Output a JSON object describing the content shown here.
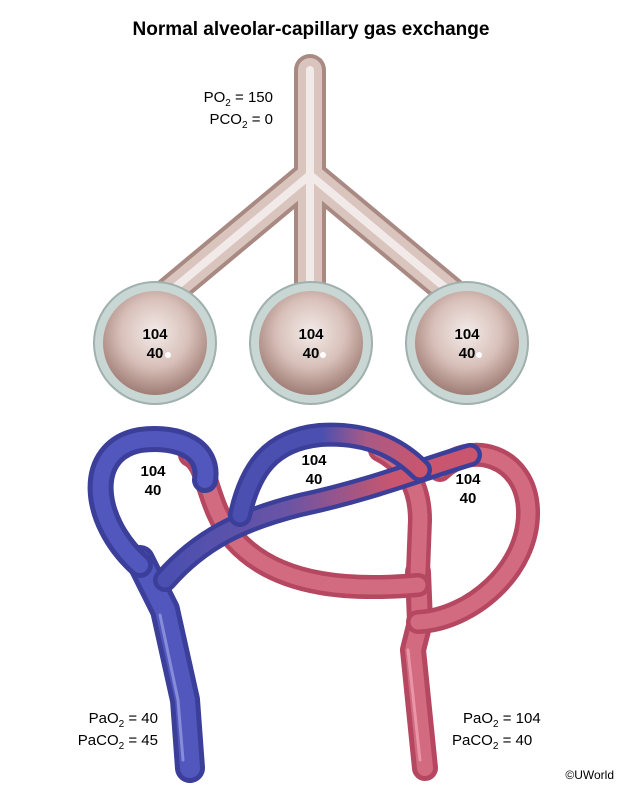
{
  "title": "Normal alveolar-capillary gas exchange",
  "airway": {
    "po2_label": "PO",
    "po2_sub": "2",
    "po2_value": "= 150",
    "pco2_label": "PCO",
    "pco2_sub": "2",
    "pco2_value": "= 0"
  },
  "alveoli": [
    {
      "po2": "104",
      "pco2": "40"
    },
    {
      "po2": "104",
      "pco2": "40"
    },
    {
      "po2": "104",
      "pco2": "40"
    }
  ],
  "capillaries": [
    {
      "po2": "104",
      "pco2": "40"
    },
    {
      "po2": "104",
      "pco2": "40"
    },
    {
      "po2": "104",
      "pco2": "40"
    }
  ],
  "venous": {
    "pao2_label": "PaO",
    "pao2_sub": "2",
    "pao2_value": "= 40",
    "paco2_label": "PaCO",
    "paco2_sub": "2",
    "paco2_value": "= 45"
  },
  "arterial": {
    "pao2_label": "PaO",
    "pao2_sub": "2",
    "pao2_value": "= 104",
    "paco2_label": "PaCO",
    "paco2_sub": "2",
    "paco2_value": "= 40"
  },
  "copyright": "©UWorld",
  "colors": {
    "venous_blue": "#4a4fb0",
    "arterial_red": "#c9566e",
    "airway_tan": "#c9aaa2",
    "alveolus_rim": "#b9c9c6"
  }
}
